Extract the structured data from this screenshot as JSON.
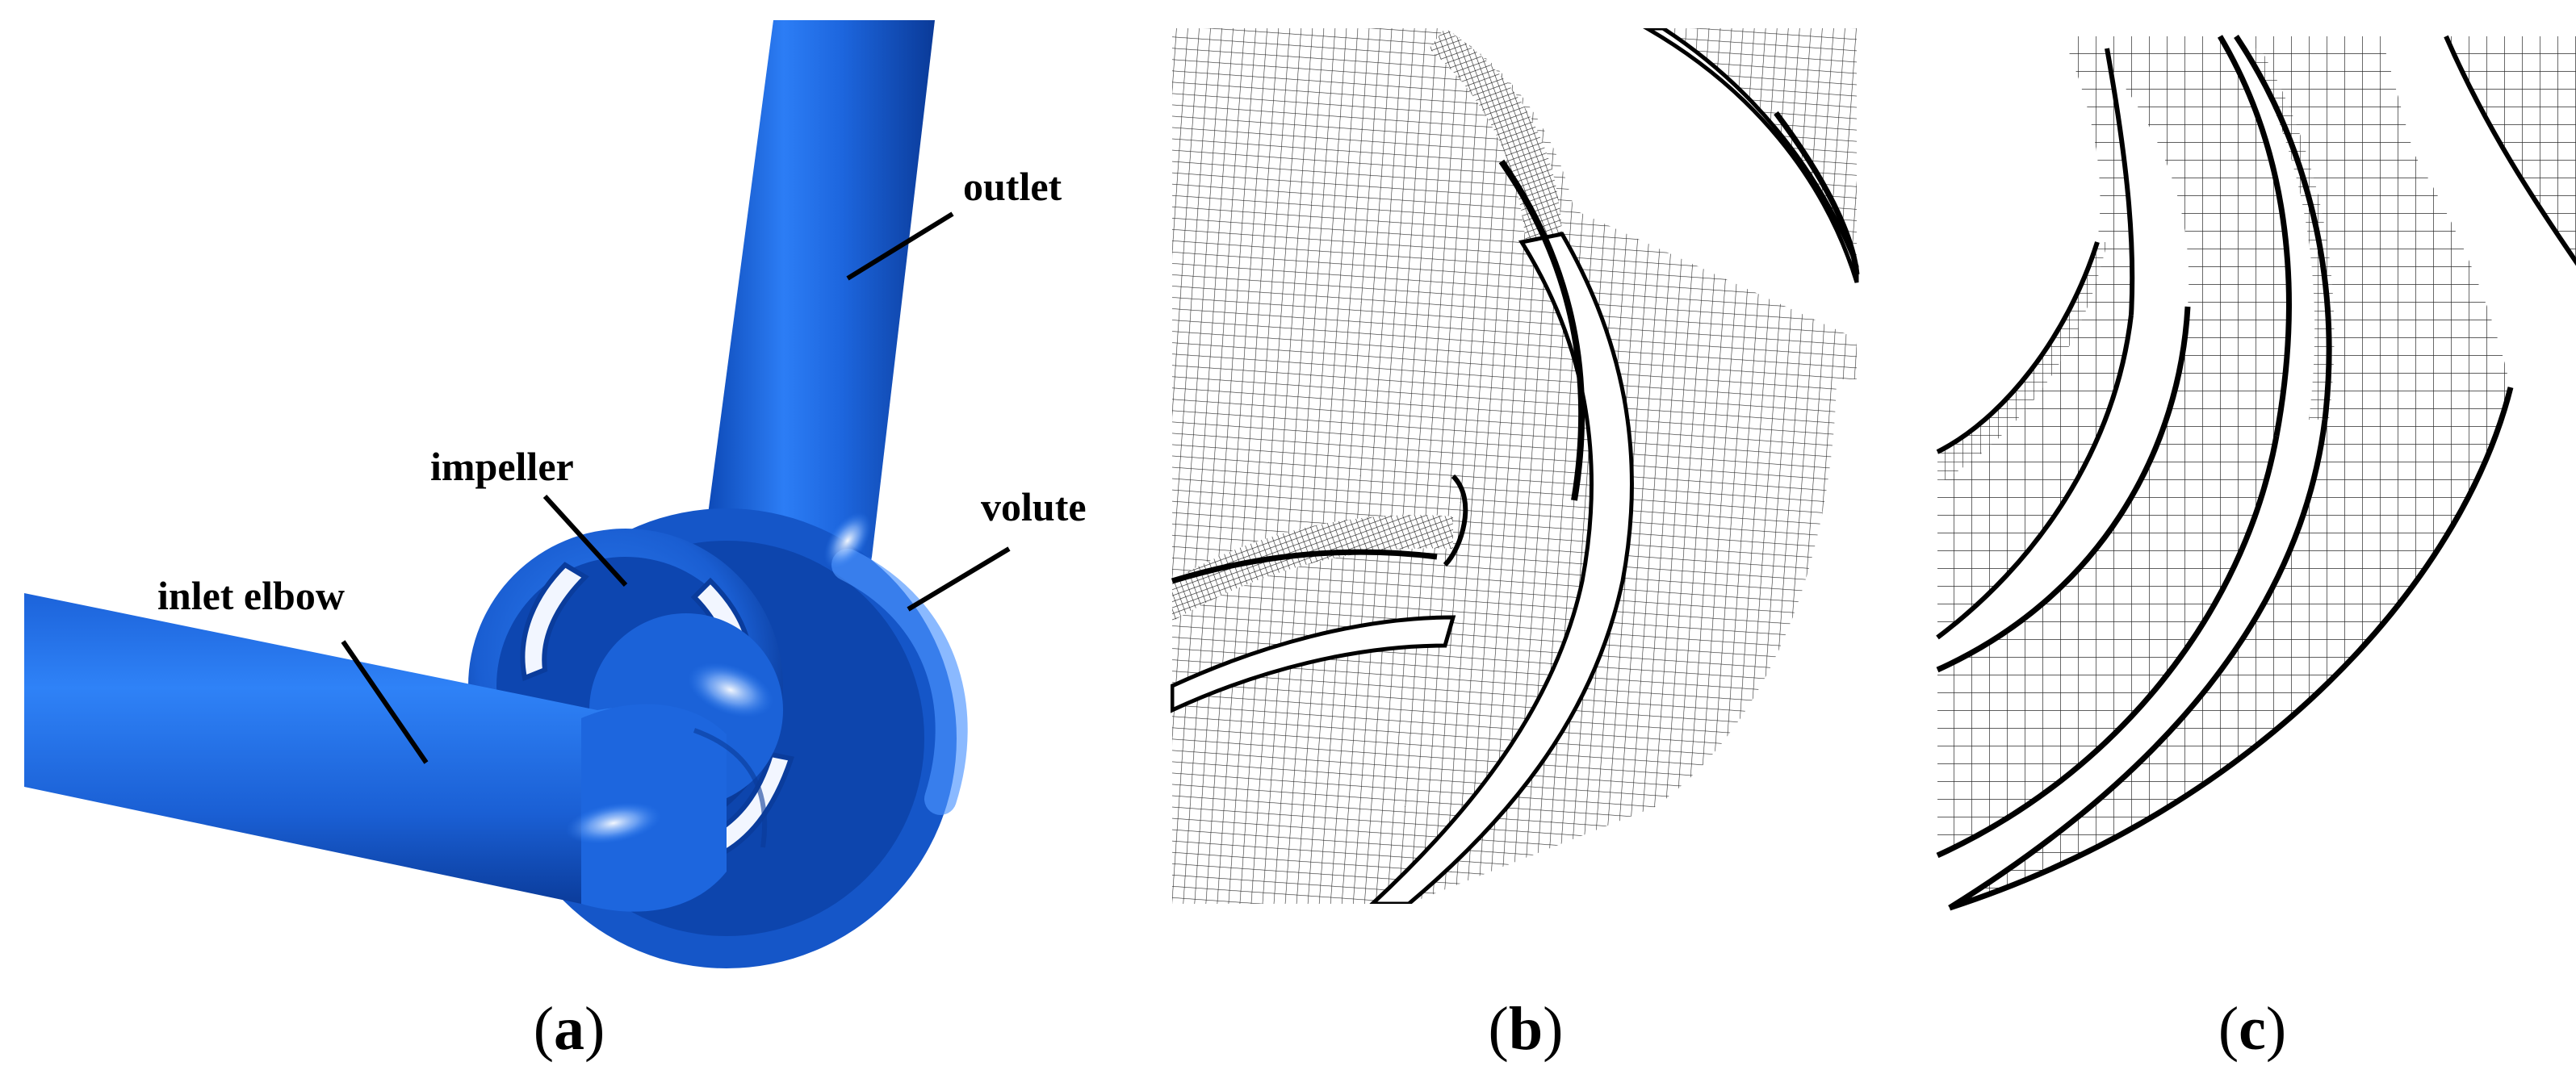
{
  "panels": [
    {
      "id": "a",
      "caption_open": "(",
      "caption_letter": "a",
      "caption_close": ")",
      "labels": {
        "outlet": "outlet",
        "impeller": "impeller",
        "volute": "volute",
        "inlet_elbow": "inlet elbow"
      }
    },
    {
      "id": "b",
      "caption_open": "(",
      "caption_letter": "b",
      "caption_close": ")"
    },
    {
      "id": "c",
      "caption_open": "(",
      "caption_letter": "c",
      "caption_close": ")"
    }
  ],
  "colors": {
    "pump_body": "#1f6fe8",
    "pump_highlight": "#7fb2ff",
    "pump_shadow": "#0a3fa0",
    "mesh_line": "#333333",
    "mesh_bg": "#ffffff"
  }
}
